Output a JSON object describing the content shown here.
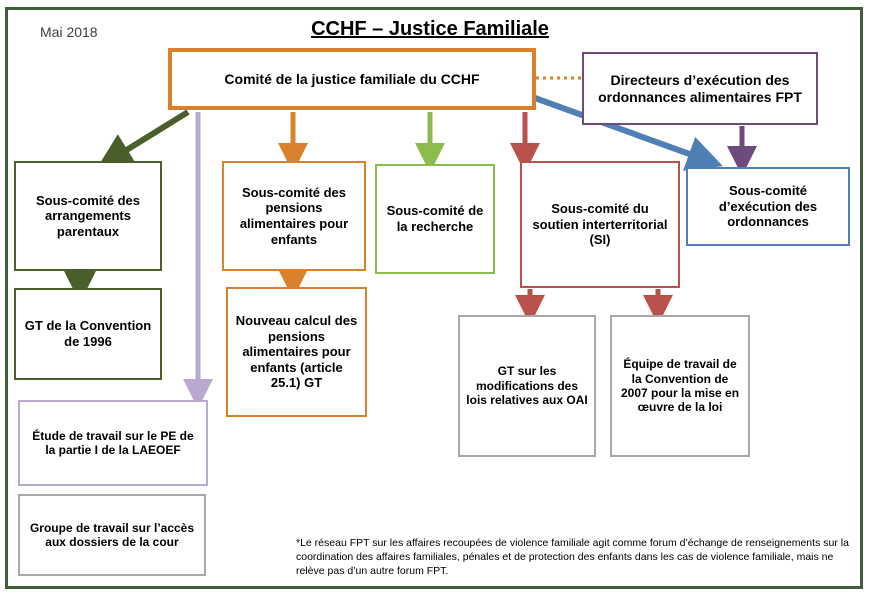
{
  "header": {
    "date": "Mai 2018",
    "title": "CCHF – Justice Familiale"
  },
  "nodes": {
    "root": "Comité de la justice familiale du CCHF",
    "fpt_directors": "Directeurs d’exécution des ordonnances alimentaires FPT",
    "sc_parenting": "Sous-comité des arrangements parentaux",
    "sc_child_support": "Sous-comité des pensions alimentaires pour enfants",
    "sc_research": "Sous-comité de la recherche",
    "sc_interjurisdictional": "Sous-comité du soutien interterritorial (SI)",
    "sc_enforcement": "Sous-comité d’exécution des ordonnances",
    "wg_convention_1996": "GT de la Convention de 1996",
    "wg_recalculation": "Nouveau calcul des pensions alimentaires pour enfants (article 25.1) GT",
    "wg_isa_laws": "GT sur les modifications des lois relatives aux OAI",
    "wg_convention_2007": "Équipe de travail de la Convention de 2007 pour la mise en œuvre de la loi",
    "study_part1": "Étude de travail sur le PE de la partie I de la LAEOEF",
    "wg_court_files": "Groupe de travail sur l’accès aux dossiers de la cour"
  },
  "colors": {
    "frame": "#3e5f3a",
    "root": "#d9822b",
    "fpt_directors": "#6f4a7d",
    "parenting": "#4a5f2a",
    "child_support": "#d9822b",
    "research": "#8cbc4e",
    "interjurisdictional": "#b8524d",
    "enforcement": "#4f7fb5",
    "lavender": "#b9a8cf",
    "grey_box": "#a8a8a8"
  },
  "footnote": "*Le réseau FPT sur les affaires recoupées de violence familiale agit comme forum d’échange de renseignements sur la coordination des affaires familiales, pénales et de protection des enfants dans les cas de violence familiale, mais ne relève pas d’un autre forum FPT."
}
